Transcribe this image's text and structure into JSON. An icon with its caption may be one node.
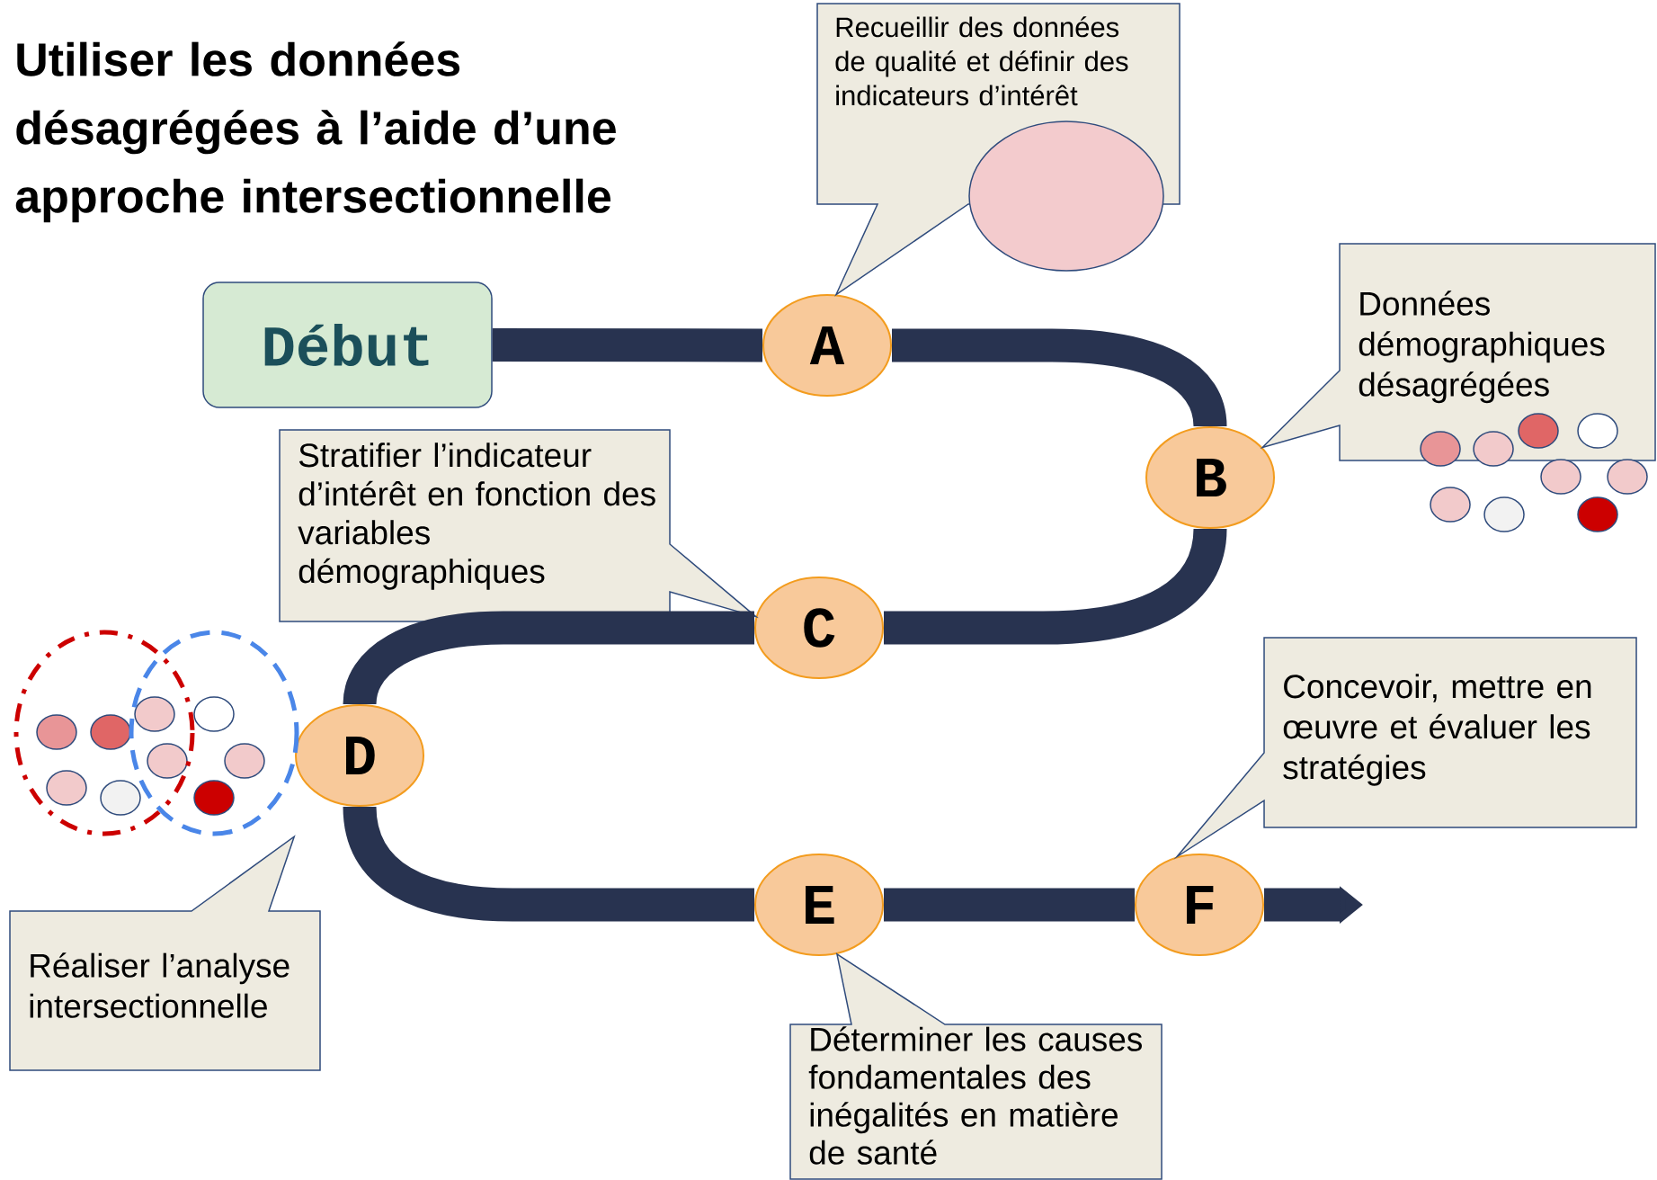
{
  "diagram": {
    "title": "Utiliser les données désagrégées à l’aide d’une approche intersectionnelle",
    "nodes": [
      {
        "text": [
          "Début"
        ]
      },
      {
        "text": [
          "A"
        ]
      },
      {
        "text": [
          "B"
        ]
      },
      {
        "text": [
          "C"
        ]
      },
      {
        "text": [
          "D"
        ]
      },
      {
        "text": [
          "E"
        ]
      },
      {
        "text": [
          "F"
        ]
      },
      {
        "text": [
          "Recueillir des données de qualité et définir des indicateurs d’intérêt"
        ]
      },
      {
        "text": [
          "Données démographiques désagrégées"
        ]
      },
      {
        "text": [
          "Stratifier l’indicateur d’intérêt en fonction des variables démographiques"
        ]
      },
      {
        "text": [],
        "shape": "picture"
      },
      {
        "text": [
          "Réaliser l’analyse intersectionnelle"
        ]
      },
      {
        "text": [
          "Déterminer les causes fondamentales des inégalités en matière de santé"
        ]
      },
      {
        "text": [
          "Concevoir, mettre en œuvre et évaluer les stratégies"
        ]
      }
    ],
    "edges": [
      {
        "from": 0,
        "to": 1,
        "arrow": "none"
      },
      {
        "from": 1,
        "to": 2,
        "arrow": "none"
      },
      {
        "from": 2,
        "to": 3,
        "arrow": "none"
      },
      {
        "from": 3,
        "to": 4,
        "arrow": "none"
      },
      {
        "from": 4,
        "to": 5,
        "arrow": "none"
      },
      {
        "from": 5,
        "to": 6,
        "arrow": "none"
      },
      {
        "from": 6,
        "to": null,
        "arrow": "to"
      }
    ]
  }
}
